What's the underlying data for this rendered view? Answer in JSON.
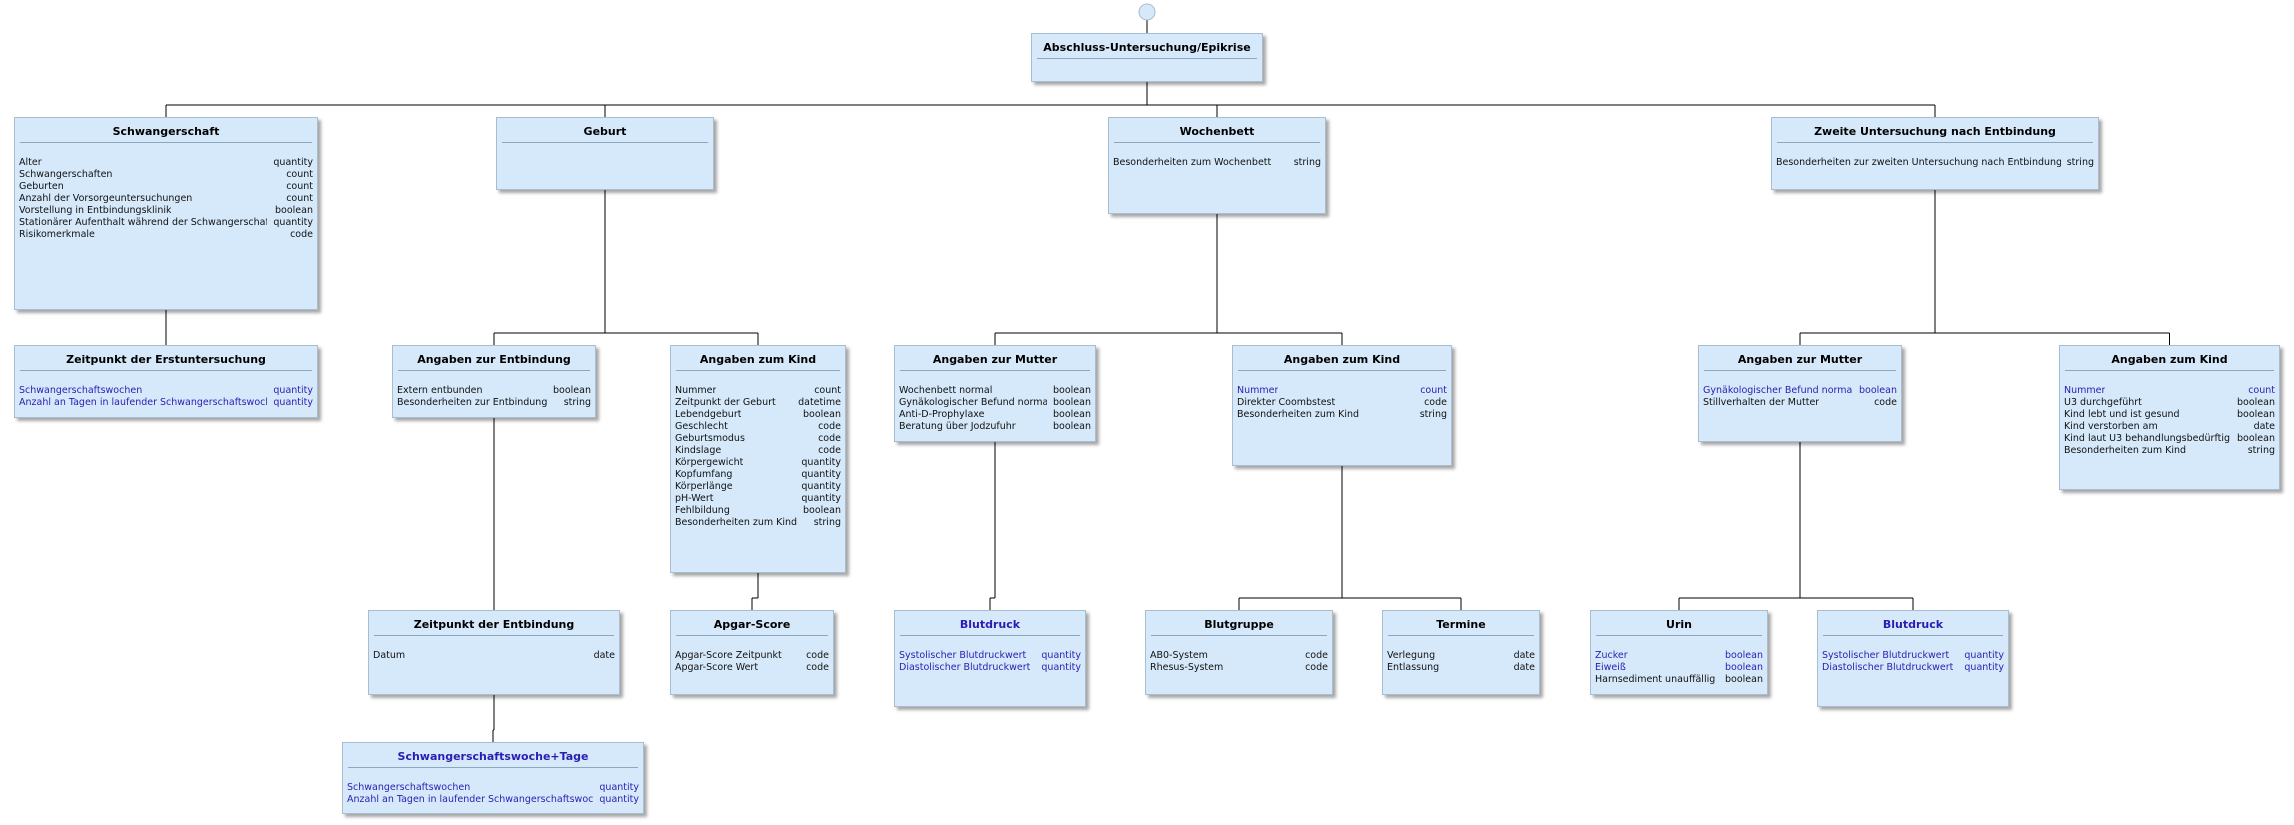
{
  "nodes": [
    {
      "id": "root",
      "title": "Abschluss-Untersuchung/Epikrise",
      "ref": false,
      "attrs": []
    },
    {
      "id": "schwangerschaft",
      "title": "Schwangerschaft",
      "ref": false,
      "attrs": [
        {
          "name": "Alter",
          "type": "quantity"
        },
        {
          "name": "Schwangerschaften",
          "type": "count"
        },
        {
          "name": "Geburten",
          "type": "count"
        },
        {
          "name": "Anzahl der Vorsorgeuntersuchungen",
          "type": "count"
        },
        {
          "name": "Vorstellung in Entbindungsklinik",
          "type": "boolean"
        },
        {
          "name": "Stationärer Aufenthalt während der Schwangerschaft",
          "type": "quantity"
        },
        {
          "name": "Risikomerkmale",
          "type": "code"
        }
      ]
    },
    {
      "id": "geburt",
      "title": "Geburt",
      "ref": false,
      "attrs": []
    },
    {
      "id": "wochenbett",
      "title": "Wochenbett",
      "ref": false,
      "attrs": [
        {
          "name": "Besonderheiten zum Wochenbett",
          "type": "string"
        }
      ]
    },
    {
      "id": "zweite",
      "title": "Zweite Untersuchung nach Entbindung",
      "ref": false,
      "attrs": [
        {
          "name": "Besonderheiten zur zweiten Untersuchung nach Entbindung",
          "type": "string"
        }
      ]
    },
    {
      "id": "zeitpunkt_erst",
      "title": "Zeitpunkt der Erstuntersuchung",
      "ref": false,
      "attrs": [
        {
          "name": "Schwangerschaftswochen",
          "type": "quantity",
          "ref": true
        },
        {
          "name": "Anzahl an Tagen in laufender Schwangerschaftswoche",
          "type": "quantity",
          "ref": true
        }
      ]
    },
    {
      "id": "angaben_entbindung",
      "title": "Angaben zur Entbindung",
      "ref": false,
      "attrs": [
        {
          "name": "Extern entbunden",
          "type": "boolean"
        },
        {
          "name": "Besonderheiten zur Entbindung",
          "type": "string"
        }
      ]
    },
    {
      "id": "angaben_kind_geburt",
      "title": "Angaben zum Kind",
      "ref": false,
      "attrs": [
        {
          "name": "Nummer",
          "type": "count"
        },
        {
          "name": "Zeitpunkt der Geburt",
          "type": "datetime"
        },
        {
          "name": "Lebendgeburt",
          "type": "boolean"
        },
        {
          "name": "Geschlecht",
          "type": "code"
        },
        {
          "name": "Geburtsmodus",
          "type": "code"
        },
        {
          "name": "Kindslage",
          "type": "code"
        },
        {
          "name": "Körpergewicht",
          "type": "quantity"
        },
        {
          "name": "Kopfumfang",
          "type": "quantity"
        },
        {
          "name": "Körperlänge",
          "type": "quantity"
        },
        {
          "name": "pH-Wert",
          "type": "quantity"
        },
        {
          "name": "Fehlbildung",
          "type": "boolean"
        },
        {
          "name": "Besonderheiten zum Kind",
          "type": "string"
        }
      ]
    },
    {
      "id": "angaben_mutter_wb",
      "title": "Angaben zur Mutter",
      "ref": false,
      "attrs": [
        {
          "name": "Wochenbett normal",
          "type": "boolean"
        },
        {
          "name": "Gynäkologischer Befund normal",
          "type": "boolean"
        },
        {
          "name": "Anti-D-Prophylaxe",
          "type": "boolean"
        },
        {
          "name": "Beratung über Jodzufuhr",
          "type": "boolean"
        }
      ]
    },
    {
      "id": "angaben_kind_wb",
      "title": "Angaben zum Kind",
      "ref": false,
      "attrs": [
        {
          "name": "Nummer",
          "type": "count",
          "ref": true
        },
        {
          "name": "Direkter Coombstest",
          "type": "code"
        },
        {
          "name": "Besonderheiten zum Kind",
          "type": "string"
        }
      ]
    },
    {
      "id": "angaben_mutter_zw",
      "title": "Angaben zur Mutter",
      "ref": false,
      "attrs": [
        {
          "name": "Gynäkologischer Befund normal",
          "type": "boolean",
          "ref": true
        },
        {
          "name": "Stillverhalten der Mutter",
          "type": "code"
        }
      ]
    },
    {
      "id": "angaben_kind_zw",
      "title": "Angaben zum Kind",
      "ref": false,
      "attrs": [
        {
          "name": "Nummer",
          "type": "count",
          "ref": true
        },
        {
          "name": "U3 durchgeführt",
          "type": "boolean"
        },
        {
          "name": "Kind lebt und ist gesund",
          "type": "boolean"
        },
        {
          "name": "Kind verstorben am",
          "type": "date"
        },
        {
          "name": "Kind laut U3 behandlungsbedürftig",
          "type": "boolean"
        },
        {
          "name": "Besonderheiten zum Kind",
          "type": "string"
        }
      ]
    },
    {
      "id": "zeitpunkt_entb",
      "title": "Zeitpunkt der Entbindung",
      "ref": false,
      "attrs": [
        {
          "name": "Datum",
          "type": "date"
        }
      ]
    },
    {
      "id": "apgar",
      "title": "Apgar-Score",
      "ref": false,
      "attrs": [
        {
          "name": "Apgar-Score Zeitpunkt",
          "type": "code"
        },
        {
          "name": "Apgar-Score Wert",
          "type": "code"
        }
      ]
    },
    {
      "id": "blutdruck_wb",
      "title": "Blutdruck",
      "ref": true,
      "attrs": [
        {
          "name": "Systolischer Blutdruckwert",
          "type": "quantity",
          "ref": true
        },
        {
          "name": "Diastolischer Blutdruckwert",
          "type": "quantity",
          "ref": true
        }
      ]
    },
    {
      "id": "blutgruppe",
      "title": "Blutgruppe",
      "ref": false,
      "attrs": [
        {
          "name": "AB0-System",
          "type": "code"
        },
        {
          "name": "Rhesus-System",
          "type": "code"
        }
      ]
    },
    {
      "id": "termine",
      "title": "Termine",
      "ref": false,
      "attrs": [
        {
          "name": "Verlegung",
          "type": "date"
        },
        {
          "name": "Entlassung",
          "type": "date"
        }
      ]
    },
    {
      "id": "urin",
      "title": "Urin",
      "ref": false,
      "attrs": [
        {
          "name": "Zucker",
          "type": "boolean",
          "ref": true
        },
        {
          "name": "Eiweiß",
          "type": "boolean",
          "ref": true
        },
        {
          "name": "Harnsediment unauffällig",
          "type": "boolean"
        }
      ]
    },
    {
      "id": "blutdruck_zw",
      "title": "Blutdruck",
      "ref": true,
      "attrs": [
        {
          "name": "Systolischer Blutdruckwert",
          "type": "quantity",
          "ref": true
        },
        {
          "name": "Diastolischer Blutdruckwert",
          "type": "quantity",
          "ref": true
        }
      ]
    },
    {
      "id": "ssw_tage",
      "title": "Schwangerschaftswoche+Tage",
      "ref": true,
      "attrs": [
        {
          "name": "Schwangerschaftswochen",
          "type": "quantity",
          "ref": true
        },
        {
          "name": "Anzahl an Tagen in laufender Schwangerschaftswoche",
          "type": "quantity",
          "ref": true
        }
      ]
    }
  ],
  "edges": [
    [
      "root",
      "schwangerschaft"
    ],
    [
      "root",
      "geburt"
    ],
    [
      "root",
      "wochenbett"
    ],
    [
      "root",
      "zweite"
    ],
    [
      "schwangerschaft",
      "zeitpunkt_erst"
    ],
    [
      "geburt",
      "angaben_entbindung"
    ],
    [
      "geburt",
      "angaben_kind_geburt"
    ],
    [
      "wochenbett",
      "angaben_mutter_wb"
    ],
    [
      "wochenbett",
      "angaben_kind_wb"
    ],
    [
      "zweite",
      "angaben_mutter_zw"
    ],
    [
      "zweite",
      "angaben_kind_zw"
    ],
    [
      "angaben_entbindung",
      "zeitpunkt_entb"
    ],
    [
      "angaben_kind_geburt",
      "apgar"
    ],
    [
      "angaben_mutter_wb",
      "blutdruck_wb"
    ],
    [
      "angaben_kind_wb",
      "blutgruppe"
    ],
    [
      "angaben_kind_wb",
      "termine"
    ],
    [
      "angaben_mutter_zw",
      "urin"
    ],
    [
      "angaben_mutter_zw",
      "blutdruck_zw"
    ],
    [
      "zeitpunkt_entb",
      "ssw_tage"
    ]
  ],
  "colors": {
    "box_fill": "#d6e9fa",
    "box_border": "#a9bdd0",
    "reference_text": "#2a1db3",
    "line": "#000000",
    "start_circle": "#d6e9fa"
  },
  "icons": {
    "start": "start-node-circle"
  }
}
